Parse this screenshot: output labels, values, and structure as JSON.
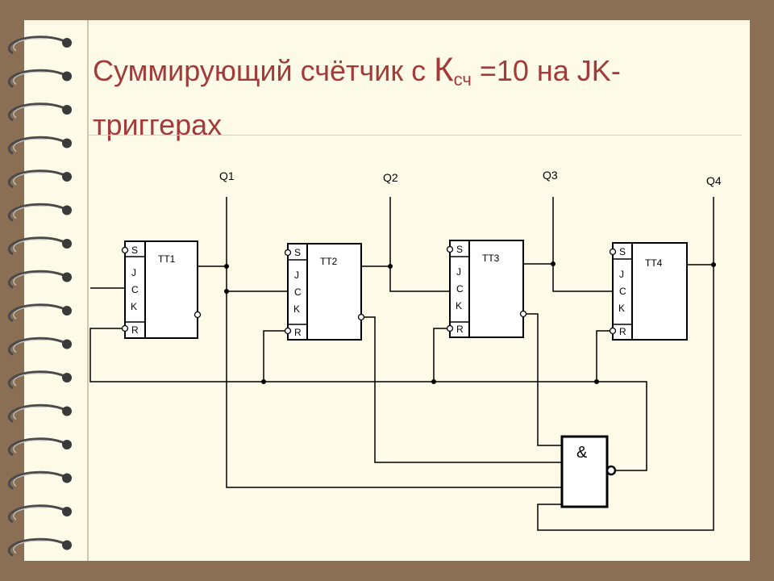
{
  "title": {
    "part1": "Суммирующий счётчик с ",
    "k_letter": "К",
    "k_sub": "сч",
    "part2": " =10 на JK-триггерах"
  },
  "diagram": {
    "outputs": [
      "Q1",
      "Q2",
      "Q3",
      "Q4"
    ],
    "triggers": [
      {
        "name": "TT1",
        "pins": [
          "S",
          "J",
          "C",
          "K",
          "R"
        ]
      },
      {
        "name": "TT2",
        "pins": [
          "S",
          "J",
          "C",
          "K",
          "R"
        ]
      },
      {
        "name": "TT3",
        "pins": [
          "S",
          "J",
          "C",
          "K",
          "R"
        ]
      },
      {
        "name": "TT4",
        "pins": [
          "S",
          "J",
          "C",
          "K",
          "R"
        ]
      }
    ],
    "gate_symbol": "&"
  },
  "colors": {
    "background": "#8b6f55",
    "paper": "#fdfbe7",
    "title": "#a33b3b",
    "wire": "#000000"
  }
}
